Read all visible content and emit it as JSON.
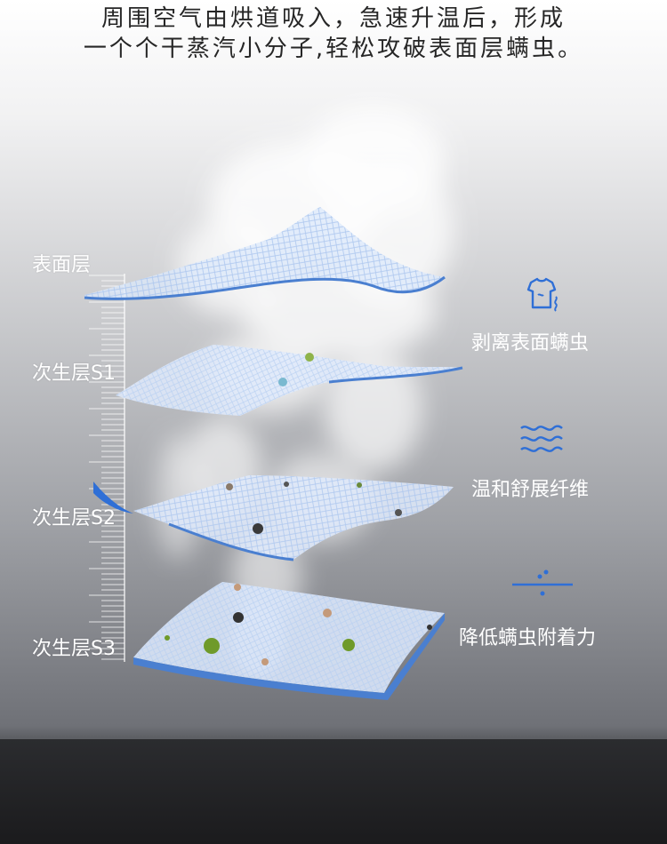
{
  "header": {
    "line1": "周围空气由烘道吸入，急速升温后，形成",
    "line2": "一个个干蒸汽小分子,轻松攻破表面层螨虫。"
  },
  "layers": {
    "surface": "表面层",
    "s1": "次生层S1",
    "s2": "次生层S2",
    "s3": "次生层S3"
  },
  "benefits": [
    {
      "icon": "shirt-icon",
      "label": "剥离表面螨虫"
    },
    {
      "icon": "waves-icon",
      "label": "温和舒展纤维"
    },
    {
      "icon": "divide-icon",
      "label": "降低螨虫附着力"
    }
  ],
  "colors": {
    "accent": "#2f6fd6",
    "fabric_edge": "#4a7fd0",
    "mite_green": "#6f9a2a"
  }
}
